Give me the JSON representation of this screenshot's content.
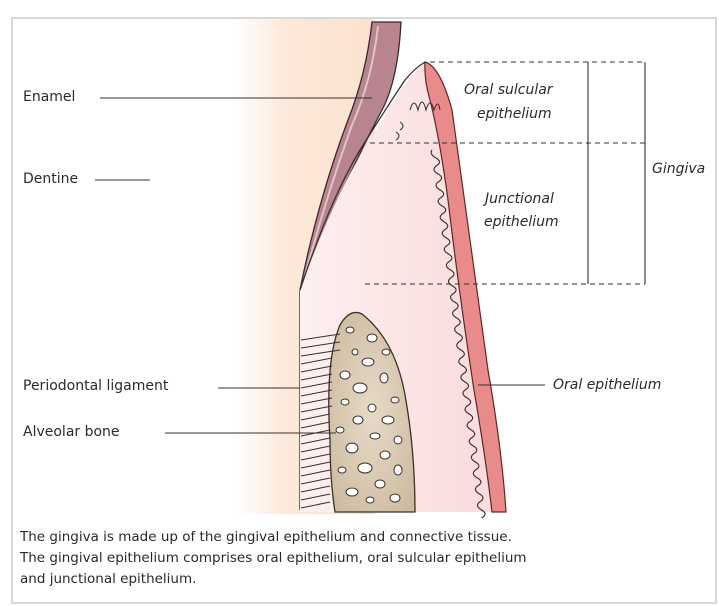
{
  "labels": {
    "enamel": "Enamel",
    "dentine": "Dentine",
    "periodontal_ligament": "Periodontal ligament",
    "alveolar_bone": "Alveolar bone",
    "oral_sulcular_line1": "Oral sulcular",
    "oral_sulcular_line2": "epithelium",
    "junctional_line1": "Junctional",
    "junctional_line2": "epithelium",
    "gingiva": "Gingiva",
    "oral_epithelium": "Oral epithelium"
  },
  "caption": {
    "line1": "The gingiva is made up of the gingival epithelium and connective tissue.",
    "line2": "The gingival epithelium comprises oral epithelium, oral sulcular epithelium",
    "line3": "and junctional epithelium."
  },
  "colors": {
    "frame": "#bdbdbd",
    "enamel": "#b8858f",
    "dentine_glow": "#fbe5d3",
    "epithelium": "#e98b8b",
    "connective": "#fbe3e3",
    "bone": "#d8c9b2",
    "ink": "#2a2a2a"
  }
}
